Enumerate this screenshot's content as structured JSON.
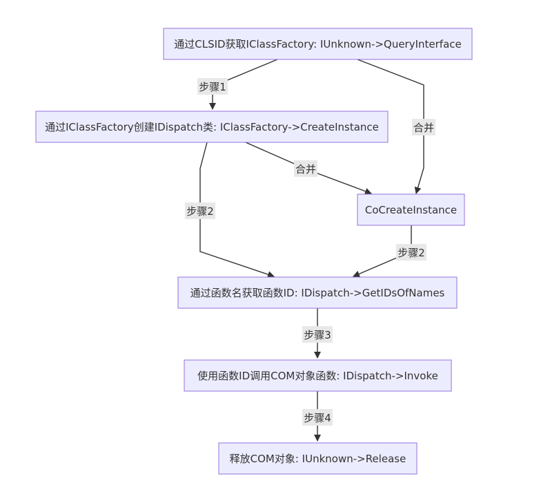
{
  "diagram": {
    "nodes": {
      "n1": "通过CLSID获取IClassFactory: IUnknown->QueryInterface",
      "n2": "通过IClassFactory创建IDispatch类: IClassFactory->CreateInstance",
      "n3": "CoCreateInstance",
      "n4": "通过函数名获取函数ID: IDispatch->GetIDsOfNames",
      "n5": "使用函数ID调用COM对象函数: IDispatch->Invoke",
      "n6": "释放COM对象: IUnknown->Release"
    },
    "edge_labels": {
      "n1_n2": "步骤1",
      "n1_n3": "合并",
      "n2_n3": "合并",
      "n2_n4": "步骤2",
      "n3_n4": "步骤2",
      "n4_n5": "步骤3",
      "n5_n6": "步骤4"
    },
    "colors": {
      "node_fill": "#ECECFF",
      "node_stroke": "#9370DB",
      "edge": "#333333",
      "label_bg": "#e8e8e8"
    }
  }
}
